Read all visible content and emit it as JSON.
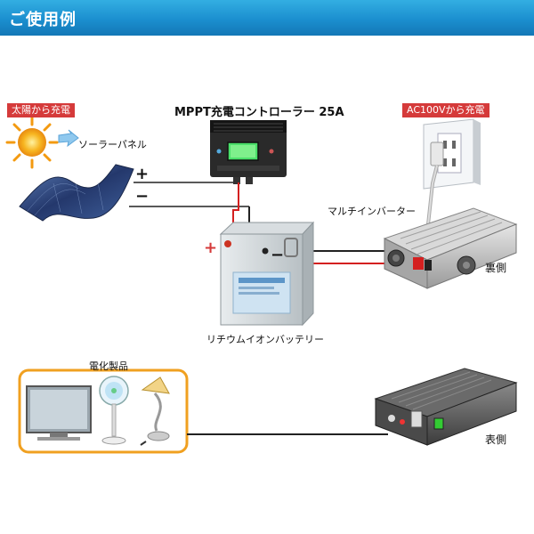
{
  "header": {
    "title": "ご使用例"
  },
  "tags": {
    "sun": "太陽から充電",
    "ac": "AC100Vから充電"
  },
  "labels": {
    "controller": "MPPT充電コントローラー 25A",
    "solar_panel": "ソーラーパネル",
    "inverter": "マルチインバーター",
    "back_side": "裏側",
    "battery": "リチウムイオンバッテリー",
    "appliances": "電化製品",
    "front_side": "表側"
  },
  "polarity": {
    "plus": "+",
    "minus": "−"
  },
  "colors": {
    "header": "#1b8fcf",
    "tag": "#d53a3a",
    "wire_red": "#d42020",
    "wire_black": "#222222",
    "appliance_border": "#f0a020"
  }
}
